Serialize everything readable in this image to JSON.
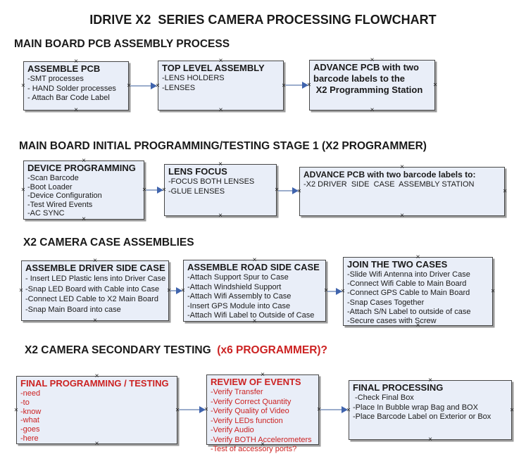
{
  "title": "IDRIVE X2  SERIES CAMERA PROCESSING FLOWCHART",
  "colors": {
    "background": "#ffffff",
    "box_fill": "#e9eef8",
    "box_border": "#474747",
    "box_shadow": "#828282",
    "text_black": "#1a1a1a",
    "text_red": "#cc2222",
    "arrow_line": "#9badcc",
    "arrow_head": "#4064ad",
    "connection_mark": "#1a1a1a"
  },
  "icons": {
    "connection_point": "×"
  },
  "sections": [
    {
      "name": "main-board-pcb-assembly",
      "heading_runs": [
        {
          "text": "MAIN BOARD PCB ASSEMBLY PROCESS",
          "color": "black"
        }
      ],
      "boxes": [
        {
          "name": "assemble-pcb",
          "title": "ASSEMBLE PCB",
          "lines": [
            "-SMT processes",
            "- HAND Solder processes",
            "- Attach Bar Code Label"
          ],
          "text_color": "black"
        },
        {
          "name": "top-level-assembly",
          "title": "TOP LEVEL ASSEMBLY",
          "lines": [
            "-LENS HOLDERS",
            "-LENSES"
          ],
          "text_color": "black"
        },
        {
          "name": "advance-pcb-to-programming-station",
          "title_lines": [
            "ADVANCE PCB with two",
            "barcode labels to the",
            " X2 Programming Station"
          ],
          "lines": [],
          "text_color": "black"
        }
      ],
      "arrows": [
        {
          "from": "assemble-pcb",
          "to": "top-level-assembly"
        },
        {
          "from": "top-level-assembly",
          "to": "advance-pcb-to-programming-station"
        }
      ]
    },
    {
      "name": "main-board-initial-programming",
      "heading_runs": [
        {
          "text": "MAIN BOARD INITIAL PROGRAMMING/TESTING STAGE 1 (X2 PROGRAMMER)",
          "color": "black"
        }
      ],
      "boxes": [
        {
          "name": "device-programming",
          "title": "DEVICE PROGRAMMING",
          "lines": [
            "-Scan Barcode",
            "-Boot Loader",
            "-Device Configuration",
            "-Test Wired Events",
            "-AC SYNC"
          ],
          "text_color": "black"
        },
        {
          "name": "lens-focus",
          "title": "LENS FOCUS",
          "lines": [
            "-FOCUS BOTH LENSES",
            "-GLUE LENSES"
          ],
          "text_color": "black"
        },
        {
          "name": "advance-pcb-to-driver-side-case",
          "title": "ADVANCE PCB with two barcode labels to:",
          "lines": [
            "-X2 DRIVER  SIDE  CASE  ASSEMBLY STATION"
          ],
          "text_color": "black"
        }
      ],
      "arrows": [
        {
          "from": "device-programming",
          "to": "lens-focus"
        },
        {
          "from": "lens-focus",
          "to": "advance-pcb-to-driver-side-case"
        }
      ]
    },
    {
      "name": "camera-case-assemblies",
      "heading_runs": [
        {
          "text": "X2 CAMERA CASE ASSEMBLIES",
          "color": "black"
        }
      ],
      "boxes": [
        {
          "name": "assemble-driver-side-case",
          "title": "ASSEMBLE DRIVER SIDE CASE",
          "lines": [
            "- Insert LED Plastic lens into Driver Case",
            "-Snap LED Board with Cable into Case",
            "-Connect LED Cable to X2 Main Board",
            "-Snap Main Board into case"
          ],
          "text_color": "black"
        },
        {
          "name": "assemble-road-side-case",
          "title": "ASSEMBLE ROAD SIDE CASE",
          "lines": [
            "-Attach Support Spur to Case",
            "-Attach Windshield Support",
            "-Attach Wifi Assembly to Case",
            "-Insert GPS Module into Case",
            "-Attach Wifi Label to Outside of Case"
          ],
          "text_color": "black"
        },
        {
          "name": "join-the-two-cases",
          "title": "JOIN THE TWO CASES",
          "lines": [
            "-Slide Wifi Antenna into Driver Case",
            "-Connect Wifi Cable to Main Board",
            "-Connect GPS Cable to Main Board",
            "-Snap Cases Together",
            "-Attach S/N Label to outside of case",
            "-Secure cases with Screw"
          ],
          "text_color": "black"
        }
      ],
      "arrows": [
        {
          "from": "assemble-driver-side-case",
          "to": "assemble-road-side-case"
        },
        {
          "from": "assemble-road-side-case",
          "to": "join-the-two-cases"
        }
      ]
    },
    {
      "name": "camera-secondary-testing",
      "heading_runs": [
        {
          "text": "X2 CAMERA SECONDARY TESTING",
          "color": "black"
        },
        {
          "text": "  (x6 PROGRAMMER)?",
          "color": "red"
        }
      ],
      "boxes": [
        {
          "name": "final-programming-testing",
          "title": "FINAL PROGRAMMING / TESTING",
          "lines": [
            "-need",
            "-to",
            "-know",
            "-what",
            "-goes",
            "-here"
          ],
          "text_color": "red"
        },
        {
          "name": "review-of-events",
          "title": "REVIEW OF EVENTS",
          "lines": [
            "-Verify Transfer",
            "-Verify Correct Quantity",
            "-Verify Quality of Video",
            "-Verify LEDs function",
            "-Verify Audio",
            "-Verify BOTH Accelerometers",
            "-Test of accessory ports?"
          ],
          "text_color": "red"
        },
        {
          "name": "final-processing",
          "title": "FINAL PROCESSING",
          "lines": [
            " -Check Final Box",
            "-Place In Bubble wrap Bag and BOX",
            "-Place Barcode Label on Exterior or Box"
          ],
          "text_color": "black"
        }
      ],
      "arrows": [
        {
          "from": "final-programming-testing",
          "to": "review-of-events"
        },
        {
          "from": "review-of-events",
          "to": "final-processing"
        }
      ]
    }
  ]
}
